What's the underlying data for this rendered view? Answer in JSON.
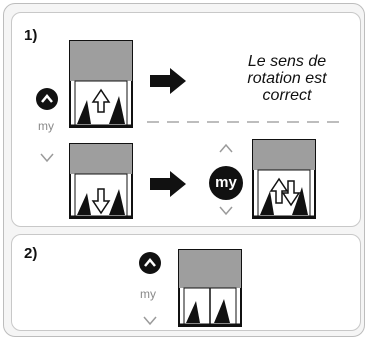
{
  "steps": {
    "step1_label": "1)",
    "step2_label": "2)"
  },
  "caption": {
    "line1": "Le sens de",
    "line2": "rotation est",
    "line3": "correct"
  },
  "remote": {
    "my_label": "my",
    "my_button_label": "my"
  },
  "colors": {
    "panel_border": "#c8c8c8",
    "frame_bg": "#f5f5f5",
    "blind_fill": "#9e9e9e",
    "icon_dark": "#111111",
    "chevron_gray": "#9a9a9a",
    "divider_gray": "#bdbdbd"
  },
  "icons": [
    "chevron-up-filled-icon",
    "chevron-down-icon",
    "chevron-up-icon",
    "my-button-icon",
    "arrow-right-icon",
    "arrow-up-icon",
    "arrow-down-icon",
    "arrow-up-down-icon",
    "window-blind-icon"
  ]
}
